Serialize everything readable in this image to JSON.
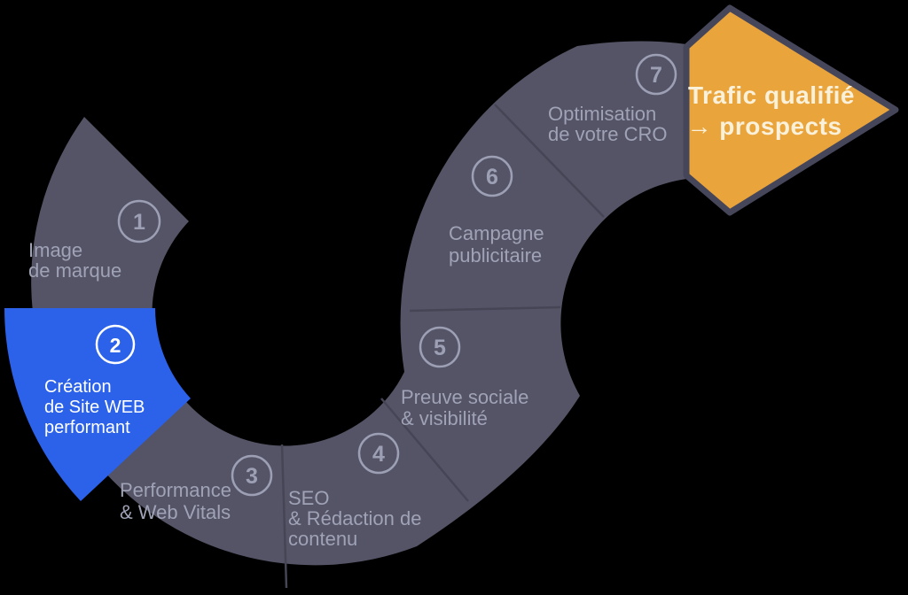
{
  "diagram": {
    "description": "7-step S-curve web marketing funnel infographic",
    "colors": {
      "background": "#000000",
      "ribbon": "#545466",
      "highlight_segment": "#2b62e9",
      "divider": "#454556",
      "step_text": "#a0a2b6",
      "badge": "#9da0b5",
      "highlight_text": "#ffffff",
      "arrow_fill": "#eaa43c",
      "arrow_outline": "#46465a",
      "arrow_text": "#faf1da"
    },
    "steps": [
      {
        "number": "1",
        "lines": [
          "Image",
          "de marque"
        ]
      },
      {
        "number": "2",
        "lines": [
          "Création",
          "de Site WEB",
          "performant"
        ],
        "highlighted": true
      },
      {
        "number": "3",
        "lines": [
          "Performance",
          "& Web Vitals"
        ]
      },
      {
        "number": "4",
        "lines": [
          "SEO",
          "& Rédaction de",
          "contenu"
        ]
      },
      {
        "number": "5",
        "lines": [
          "Preuve sociale",
          "& visibilité"
        ]
      },
      {
        "number": "6",
        "lines": [
          "Campagne",
          "publicitaire"
        ]
      },
      {
        "number": "7",
        "lines": [
          "Optimisation",
          "de votre CRO"
        ]
      }
    ],
    "arrow": {
      "line1": "Trafic qualifié",
      "line2": "→ prospects"
    }
  }
}
